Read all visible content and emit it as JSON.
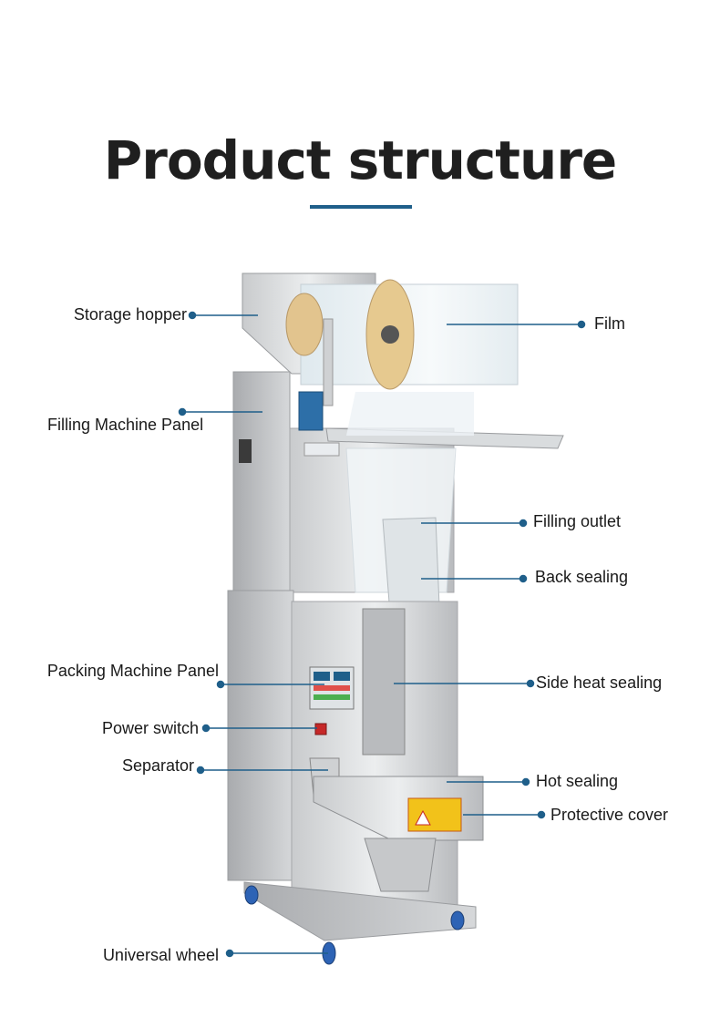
{
  "title": "Product structure",
  "accent_color": "#1f5f8a",
  "labels": {
    "storage_hopper": "Storage hopper",
    "filling_machine_panel": "Filling Machine Panel",
    "packing_machine_panel": "Packing Machine Panel",
    "power_switch": "Power switch",
    "separator": "Separator",
    "universal_wheel": "Universal wheel",
    "film": "Film",
    "filling_outlet": "Filling outlet",
    "back_sealing": "Back sealing",
    "side_heat_sealing": "Side heat sealing",
    "hot_sealing": "Hot sealing",
    "protective_cover": "Protective cover"
  }
}
